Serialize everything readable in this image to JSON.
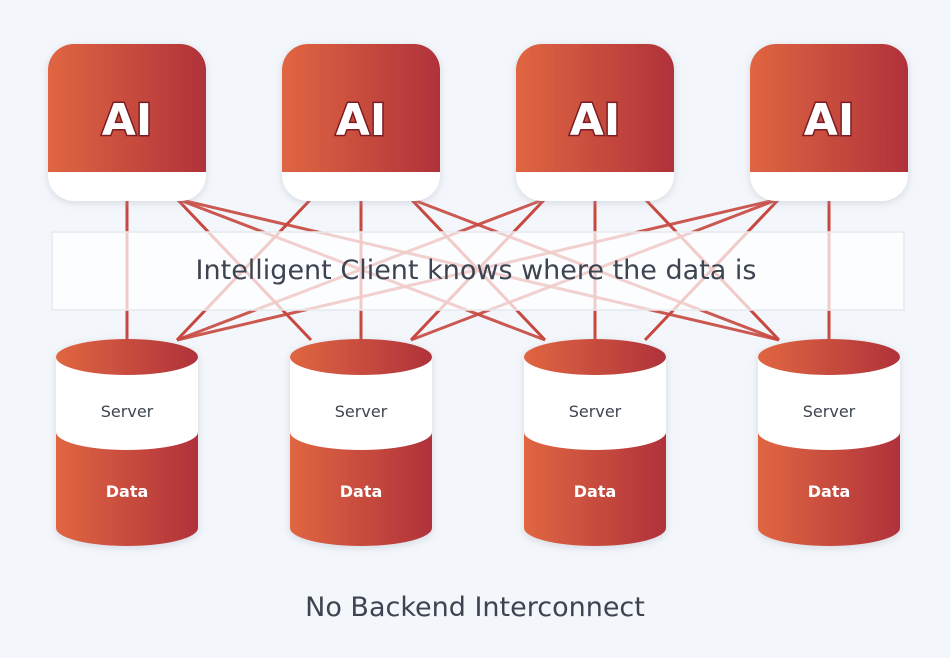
{
  "clients": [
    {
      "label": "AI"
    },
    {
      "label": "AI"
    },
    {
      "label": "AI"
    },
    {
      "label": "AI"
    }
  ],
  "banner": {
    "text": "Intelligent Client knows where the data is"
  },
  "servers": [
    {
      "top_label": "Server",
      "bottom_label": "Data"
    },
    {
      "top_label": "Server",
      "bottom_label": "Data"
    },
    {
      "top_label": "Server",
      "bottom_label": "Data"
    },
    {
      "top_label": "Server",
      "bottom_label": "Data"
    }
  ],
  "footer": {
    "text": "No Backend Interconnect"
  },
  "colors": {
    "accent_start": "#e06642",
    "accent_end": "#b0323a",
    "line": "#c8473f",
    "background": "#f3f6fa",
    "text": "#3d4451"
  }
}
